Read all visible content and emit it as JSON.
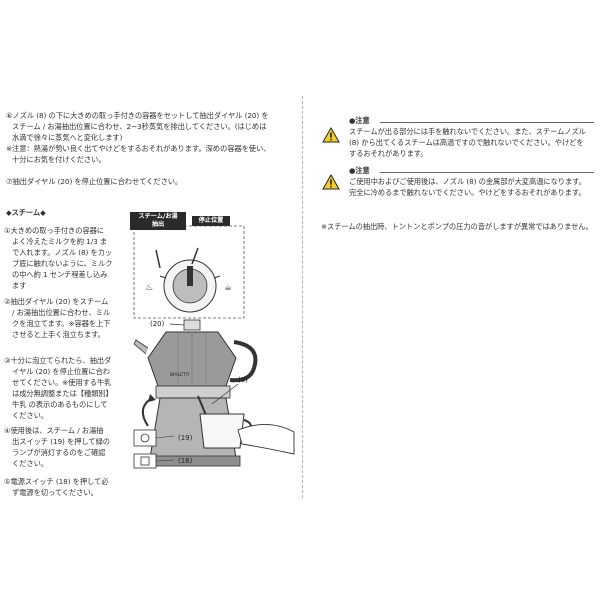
{
  "left_column": {
    "step6_lines": [
      "⑥ノズル (8) の下に大きめの取っ手付きの容器をセットして抽出ダイヤル (20) を",
      "スチーム / お湯抽出位置に合わせ、2~3秒蒸気を排出してください。(はじめは",
      "水滴で徐々に蒸気へと変化します)",
      "※注意：熱湯が勢い良く出てやけどをするおそれがあります。深めの容器を使い、",
      "十分にお気を付けください。"
    ],
    "step7": "⑦抽出ダイヤル (20) を停止位置に合わせてください。",
    "section_title": "◆スチーム◆",
    "steps": [
      {
        "lines": [
          "①大きめの取っ手付きの容器に",
          "よく冷えたミルクを約 1/3 ま",
          "で入れます。ノズル (8) をカッ",
          "プ底に触れないように、ミルク",
          "の中へ約 1 センチ程差し込み",
          "ます"
        ]
      },
      {
        "lines": [
          "②抽出ダイヤル (20) をスチーム",
          "/ お湯抽出位置に合わせ、ミル",
          "クを泡立てます。※容器を上下",
          "させると上手く泡立ちます。"
        ]
      },
      {
        "lines": [
          "③十分に泡立てられたら、抽出ダ",
          "イヤル (20) を停止位置に合わ",
          "せてください。※使用する牛乳",
          "は成分無調整または【種類別】",
          "牛乳 の表示のあるものにして",
          "ください。"
        ]
      },
      {
        "lines": [
          "④使用後は、スチーム / お湯抽",
          "出スイッチ (19) を押して緑の",
          "ランプが消灯するのをご確認",
          "ください。"
        ]
      },
      {
        "lines": [
          "⑤電源スイッチ (18) を押して必",
          "ず電源を切ってください。"
        ]
      }
    ]
  },
  "figure": {
    "label_steam": "スチーム/お湯\n抽出",
    "label_stop": "停止位置",
    "num_20": "(20)",
    "num_8": "(8)",
    "num_19": "(19)",
    "num_18": "(18)",
    "brand": "BIALETTI"
  },
  "right_column": {
    "caution1_title": "●注意",
    "caution1_lines": [
      "スチームが出る部分には手を触れないでください。また、スチームノズル",
      "(8) から出てくるスチームは高温ですので触れないでください。やけどを",
      "するおそれがあります。"
    ],
    "caution2_title": "●注意",
    "caution2_lines": [
      "ご使用中およびご使用後は、ノズル (8) の金属部が大変高温になります。",
      "完全に冷めるまで触れないでください。やけどをするおそれがあります。"
    ],
    "note": "※スチームの抽出時、トントンとポンプの圧力の音がしますが異常ではありません。"
  },
  "colors": {
    "warning_yellow": "#f2d02a",
    "divider": "#9fb8cc"
  }
}
